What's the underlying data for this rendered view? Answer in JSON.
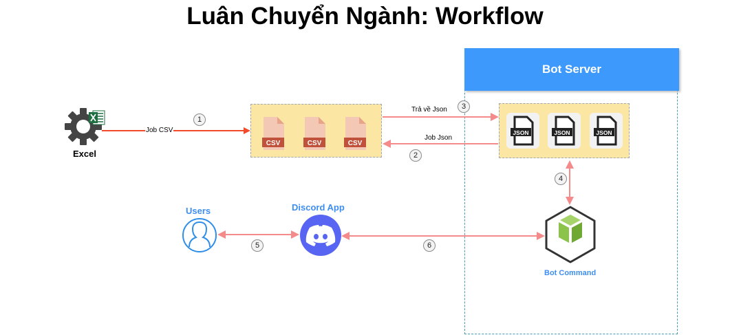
{
  "title": "Luân Chuyển Ngành: Workflow",
  "server": {
    "title": "Bot Server"
  },
  "nodes": {
    "excel": "Excel",
    "users": "Users",
    "discord": "Discord App",
    "bot_command": "Bot Command"
  },
  "files": {
    "csv": [
      "CSV",
      "CSV",
      "CSV"
    ],
    "json": [
      "JSON",
      "JSON",
      "JSON"
    ]
  },
  "edges": [
    {
      "step": "1",
      "label": "Job CSV"
    },
    {
      "step": "2",
      "label": "Job Json"
    },
    {
      "step": "3",
      "label": "Trả về Json"
    },
    {
      "step": "4",
      "label": ""
    },
    {
      "step": "5",
      "label": ""
    },
    {
      "step": "6",
      "label": ""
    }
  ],
  "colors": {
    "server_header": "#3d99fb",
    "group_fill": "#fbe6a3",
    "arrow_main": "#f44a2c",
    "arrow_soft": "#f48a8a",
    "discord": "#5865f2",
    "node_green": "#8cc34b",
    "label_blue": "#3d8ef0"
  },
  "icons": [
    "gear-icon",
    "excel-icon",
    "csv-file-icon",
    "json-file-icon",
    "user-icon",
    "discord-icon",
    "node-cube-icon"
  ]
}
